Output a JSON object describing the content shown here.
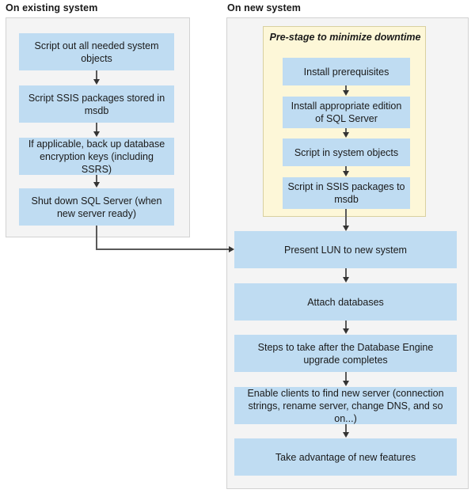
{
  "diagram": {
    "title_existing": "On existing system",
    "title_new": "On new system",
    "prestage_title": "Pre-stage to minimize downtime",
    "colors": {
      "node_fill": "#bfdcf2",
      "panel_fill": "#f4f4f4",
      "panel_border": "#d2d2d2",
      "prestage_fill": "#fdf7d8",
      "prestage_border": "#d9d0a0",
      "connector": "#595959",
      "text": "#1a1a1a"
    },
    "existing_steps": [
      {
        "label": "Script out all needed system objects"
      },
      {
        "label": "Script SSIS packages stored in msdb"
      },
      {
        "label": "If applicable, back up database encryption keys (including SSRS)"
      },
      {
        "label": "Shut down SQL Server (when new server ready)"
      }
    ],
    "prestage_steps": [
      {
        "label": "Install prerequisites"
      },
      {
        "label": "Install appropriate edition of SQL Server"
      },
      {
        "label": "Script in system objects"
      },
      {
        "label": "Script in SSIS packages to msdb"
      }
    ],
    "new_steps": [
      {
        "label": "Present LUN to new system"
      },
      {
        "label": "Attach databases"
      },
      {
        "label": "Steps to take after the Database Engine upgrade completes"
      },
      {
        "label": "Enable clients to find new server (connection strings, rename server, change DNS, and so on...)"
      },
      {
        "label": "Take advantage of new features"
      }
    ]
  }
}
